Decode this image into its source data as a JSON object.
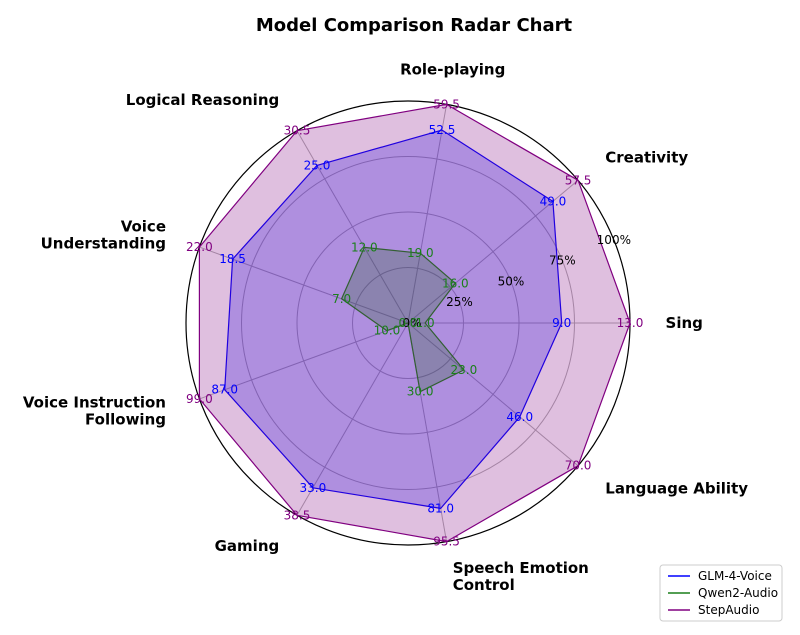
{
  "chart_data": {
    "type": "radar",
    "title": "Model Comparison Radar Chart",
    "axes": [
      {
        "label_lines": [
          "Sing"
        ],
        "anchor": "start"
      },
      {
        "label_lines": [
          "Creativity"
        ],
        "anchor": "start"
      },
      {
        "label_lines": [
          "Role-playing"
        ],
        "anchor": "middle"
      },
      {
        "label_lines": [
          "Logical Reasoning"
        ],
        "anchor": "end"
      },
      {
        "label_lines": [
          "Voice",
          "Understanding"
        ],
        "anchor": "end"
      },
      {
        "label_lines": [
          "Voice Instruction",
          "Following"
        ],
        "anchor": "end"
      },
      {
        "label_lines": [
          "Gaming"
        ],
        "anchor": "end"
      },
      {
        "label_lines": [
          "Speech Emotion",
          "Control"
        ],
        "anchor": "start"
      },
      {
        "label_lines": [
          "Language Ability"
        ],
        "anchor": "start"
      }
    ],
    "axis_max": [
      13.0,
      57.5,
      59.5,
      30.5,
      22.0,
      99.0,
      38.5,
      95.5,
      70.0
    ],
    "radial_ticks": [
      "0%",
      "25%",
      "50%",
      "75%",
      "100%"
    ],
    "radial_tick_values": [
      0,
      0.25,
      0.5,
      0.75,
      1.0
    ],
    "grid": true,
    "legend_position": "bottom-right",
    "series": [
      {
        "name": "GLM-4-Voice",
        "color": "#0000ff",
        "fill": "#0000ff",
        "fill_opacity": 0.25,
        "values": [
          9.0,
          49.0,
          52.5,
          25.0,
          18.5,
          87.0,
          33.0,
          81.0,
          46.0
        ]
      },
      {
        "name": "Qwen2-Audio",
        "color": "#1a7f1a",
        "fill": "#008000",
        "fill_opacity": 0.25,
        "values": [
          1.0,
          16.0,
          19.0,
          12.0,
          7.0,
          10.0,
          0.0,
          30.0,
          23.0
        ],
        "labels": [
          "1.0",
          "16.0",
          "19.0",
          "12.0",
          "7.0",
          "10.0",
          "0.0",
          "30.0",
          "23.0"
        ]
      },
      {
        "name": "StepAudio",
        "color": "#800080",
        "fill": "#800080",
        "fill_opacity": 0.25,
        "values": [
          13.0,
          57.5,
          59.5,
          30.5,
          22.0,
          99.0,
          38.5,
          95.5,
          70.0
        ]
      }
    ]
  }
}
